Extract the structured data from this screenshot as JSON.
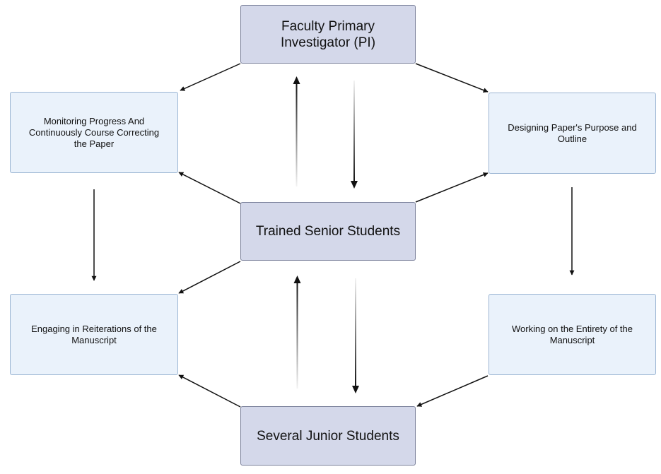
{
  "roles": {
    "pi": {
      "line1": "Faculty Primary",
      "line2": "Investigator (PI)"
    },
    "senior": {
      "label": "Trained Senior Students"
    },
    "junior": {
      "label": "Several Junior Students"
    }
  },
  "activities": {
    "monitoring": {
      "line1": "Monitoring Progress And",
      "line2": "Continuously Course Correcting",
      "line3": "the Paper"
    },
    "designing": {
      "line1": "Designing Paper's Purpose and",
      "line2": "Outline"
    },
    "reiterations": {
      "line1": "Engaging in Reiterations of the",
      "line2": "Manuscript"
    },
    "working": {
      "line1": "Working on the Entirety of the",
      "line2": "Manuscript"
    }
  },
  "colors": {
    "role_fill": "#d4d8ea",
    "role_border": "#7c829c",
    "activity_fill": "#eaf2fb",
    "activity_border": "#9bb5d3",
    "arrow": "#111111"
  }
}
